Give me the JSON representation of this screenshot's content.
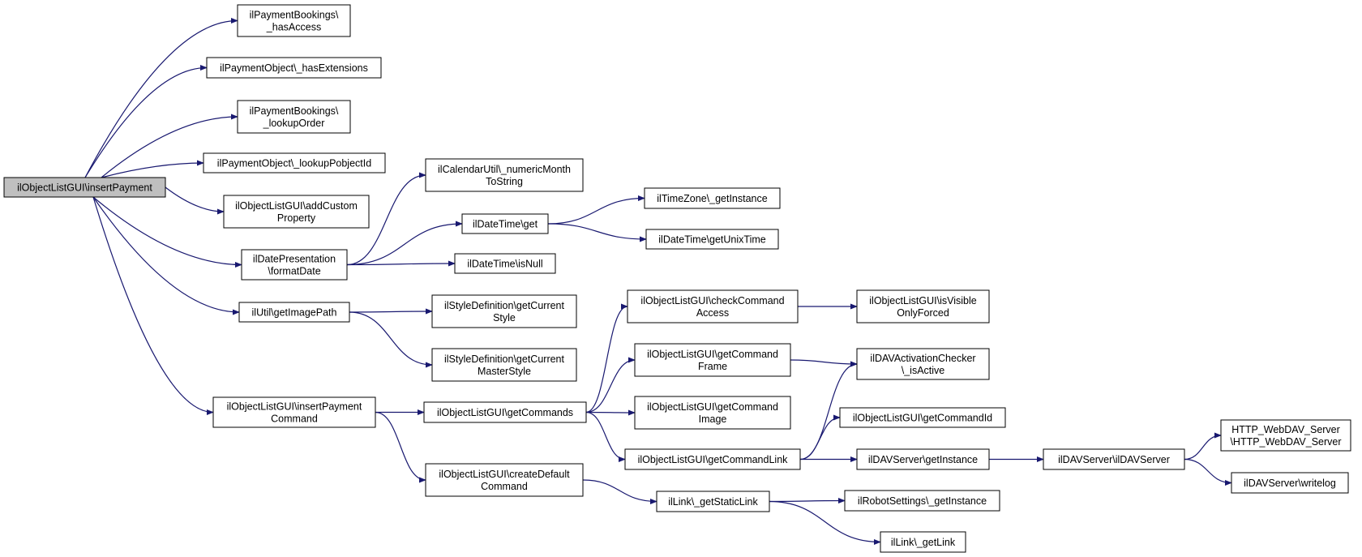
{
  "colors": {
    "edge": "#191970",
    "node_fill": "#ffffff",
    "root_fill": "#bfbfbf",
    "node_border": "#000000"
  },
  "nodes": [
    {
      "id": "root",
      "lines": [
        "ilObjectListGUI\\insertPayment"
      ],
      "root": true
    },
    {
      "id": "pb_hasAccess",
      "lines": [
        "ilPaymentBookings\\",
        "_hasAccess"
      ]
    },
    {
      "id": "po_hasExt",
      "lines": [
        "ilPaymentObject\\_hasExtensions"
      ]
    },
    {
      "id": "pb_lookupOrder",
      "lines": [
        "ilPaymentBookings\\",
        "_lookupOrder"
      ]
    },
    {
      "id": "po_lookupPobj",
      "lines": [
        "ilPaymentObject\\_lookupPobjectId"
      ]
    },
    {
      "id": "olg_addCustom",
      "lines": [
        "ilObjectListGUI\\addCustom",
        "Property"
      ]
    },
    {
      "id": "dp_formatDate",
      "lines": [
        "ilDatePresentation",
        "\\formatDate"
      ]
    },
    {
      "id": "cu_numericMonth",
      "lines": [
        "ilCalendarUtil\\_numericMonth",
        "ToString"
      ]
    },
    {
      "id": "dt_get",
      "lines": [
        "ilDateTime\\get"
      ]
    },
    {
      "id": "dt_isNull",
      "lines": [
        "ilDateTime\\isNull"
      ]
    },
    {
      "id": "tz_getInstance",
      "lines": [
        "ilTimeZone\\_getInstance"
      ]
    },
    {
      "id": "dt_getUnix",
      "lines": [
        "ilDateTime\\getUnixTime"
      ]
    },
    {
      "id": "util_getImagePath",
      "lines": [
        "ilUtil\\getImagePath"
      ]
    },
    {
      "id": "sd_getCurStyle",
      "lines": [
        "ilStyleDefinition\\getCurrent",
        "Style"
      ]
    },
    {
      "id": "sd_getCurMaster",
      "lines": [
        "ilStyleDefinition\\getCurrent",
        "MasterStyle"
      ]
    },
    {
      "id": "olg_insertPayCmd",
      "lines": [
        "ilObjectListGUI\\insertPayment",
        "Command"
      ]
    },
    {
      "id": "olg_getCommands",
      "lines": [
        "ilObjectListGUI\\getCommands"
      ]
    },
    {
      "id": "olg_createDefault",
      "lines": [
        "ilObjectListGUI\\createDefault",
        "Command"
      ]
    },
    {
      "id": "olg_checkCmdAccess",
      "lines": [
        "ilObjectListGUI\\checkCommand",
        "Access"
      ]
    },
    {
      "id": "olg_getCmdFrame",
      "lines": [
        "ilObjectListGUI\\getCommand",
        "Frame"
      ]
    },
    {
      "id": "olg_getCmdImage",
      "lines": [
        "ilObjectListGUI\\getCommand",
        "Image"
      ]
    },
    {
      "id": "olg_getCmdLink",
      "lines": [
        "ilObjectListGUI\\getCommandLink"
      ]
    },
    {
      "id": "olg_isVisible",
      "lines": [
        "ilObjectListGUI\\isVisible",
        "OnlyForced"
      ]
    },
    {
      "id": "dav_isActive",
      "lines": [
        "ilDAVActivationChecker",
        "\\_isActive"
      ]
    },
    {
      "id": "olg_getCmdId",
      "lines": [
        "ilObjectListGUI\\getCommandId"
      ]
    },
    {
      "id": "davs_getInstance",
      "lines": [
        "ilDAVServer\\getInstance"
      ]
    },
    {
      "id": "davs_ctor",
      "lines": [
        "ilDAVServer\\ilDAVServer"
      ]
    },
    {
      "id": "http_webdav",
      "lines": [
        "HTTP_WebDAV_Server",
        "\\HTTP_WebDAV_Server"
      ]
    },
    {
      "id": "davs_writelog",
      "lines": [
        "ilDAVServer\\writelog"
      ]
    },
    {
      "id": "link_getStatic",
      "lines": [
        "ilLink\\_getStaticLink"
      ]
    },
    {
      "id": "rs_getInstance",
      "lines": [
        "ilRobotSettings\\_getInstance"
      ]
    },
    {
      "id": "link_getLink",
      "lines": [
        "ilLink\\_getLink"
      ]
    }
  ],
  "edges": [
    [
      "root",
      "pb_hasAccess"
    ],
    [
      "root",
      "po_hasExt"
    ],
    [
      "root",
      "pb_lookupOrder"
    ],
    [
      "root",
      "po_lookupPobj"
    ],
    [
      "root",
      "olg_addCustom"
    ],
    [
      "root",
      "dp_formatDate"
    ],
    [
      "root",
      "util_getImagePath"
    ],
    [
      "root",
      "olg_insertPayCmd"
    ],
    [
      "dp_formatDate",
      "cu_numericMonth"
    ],
    [
      "dp_formatDate",
      "dt_get"
    ],
    [
      "dp_formatDate",
      "dt_isNull"
    ],
    [
      "dt_get",
      "tz_getInstance"
    ],
    [
      "dt_get",
      "dt_getUnix"
    ],
    [
      "util_getImagePath",
      "sd_getCurStyle"
    ],
    [
      "util_getImagePath",
      "sd_getCurMaster"
    ],
    [
      "olg_insertPayCmd",
      "olg_getCommands"
    ],
    [
      "olg_insertPayCmd",
      "olg_createDefault"
    ],
    [
      "olg_getCommands",
      "olg_checkCmdAccess"
    ],
    [
      "olg_getCommands",
      "olg_getCmdFrame"
    ],
    [
      "olg_getCommands",
      "olg_getCmdImage"
    ],
    [
      "olg_getCommands",
      "olg_getCmdLink"
    ],
    [
      "olg_checkCmdAccess",
      "olg_isVisible"
    ],
    [
      "olg_getCmdFrame",
      "dav_isActive"
    ],
    [
      "olg_getCmdLink",
      "dav_isActive"
    ],
    [
      "olg_getCmdLink",
      "olg_getCmdId"
    ],
    [
      "olg_getCmdLink",
      "davs_getInstance"
    ],
    [
      "davs_getInstance",
      "davs_ctor"
    ],
    [
      "davs_ctor",
      "http_webdav"
    ],
    [
      "davs_ctor",
      "davs_writelog"
    ],
    [
      "olg_createDefault",
      "link_getStatic"
    ],
    [
      "link_getStatic",
      "rs_getInstance"
    ],
    [
      "link_getStatic",
      "link_getLink"
    ]
  ]
}
